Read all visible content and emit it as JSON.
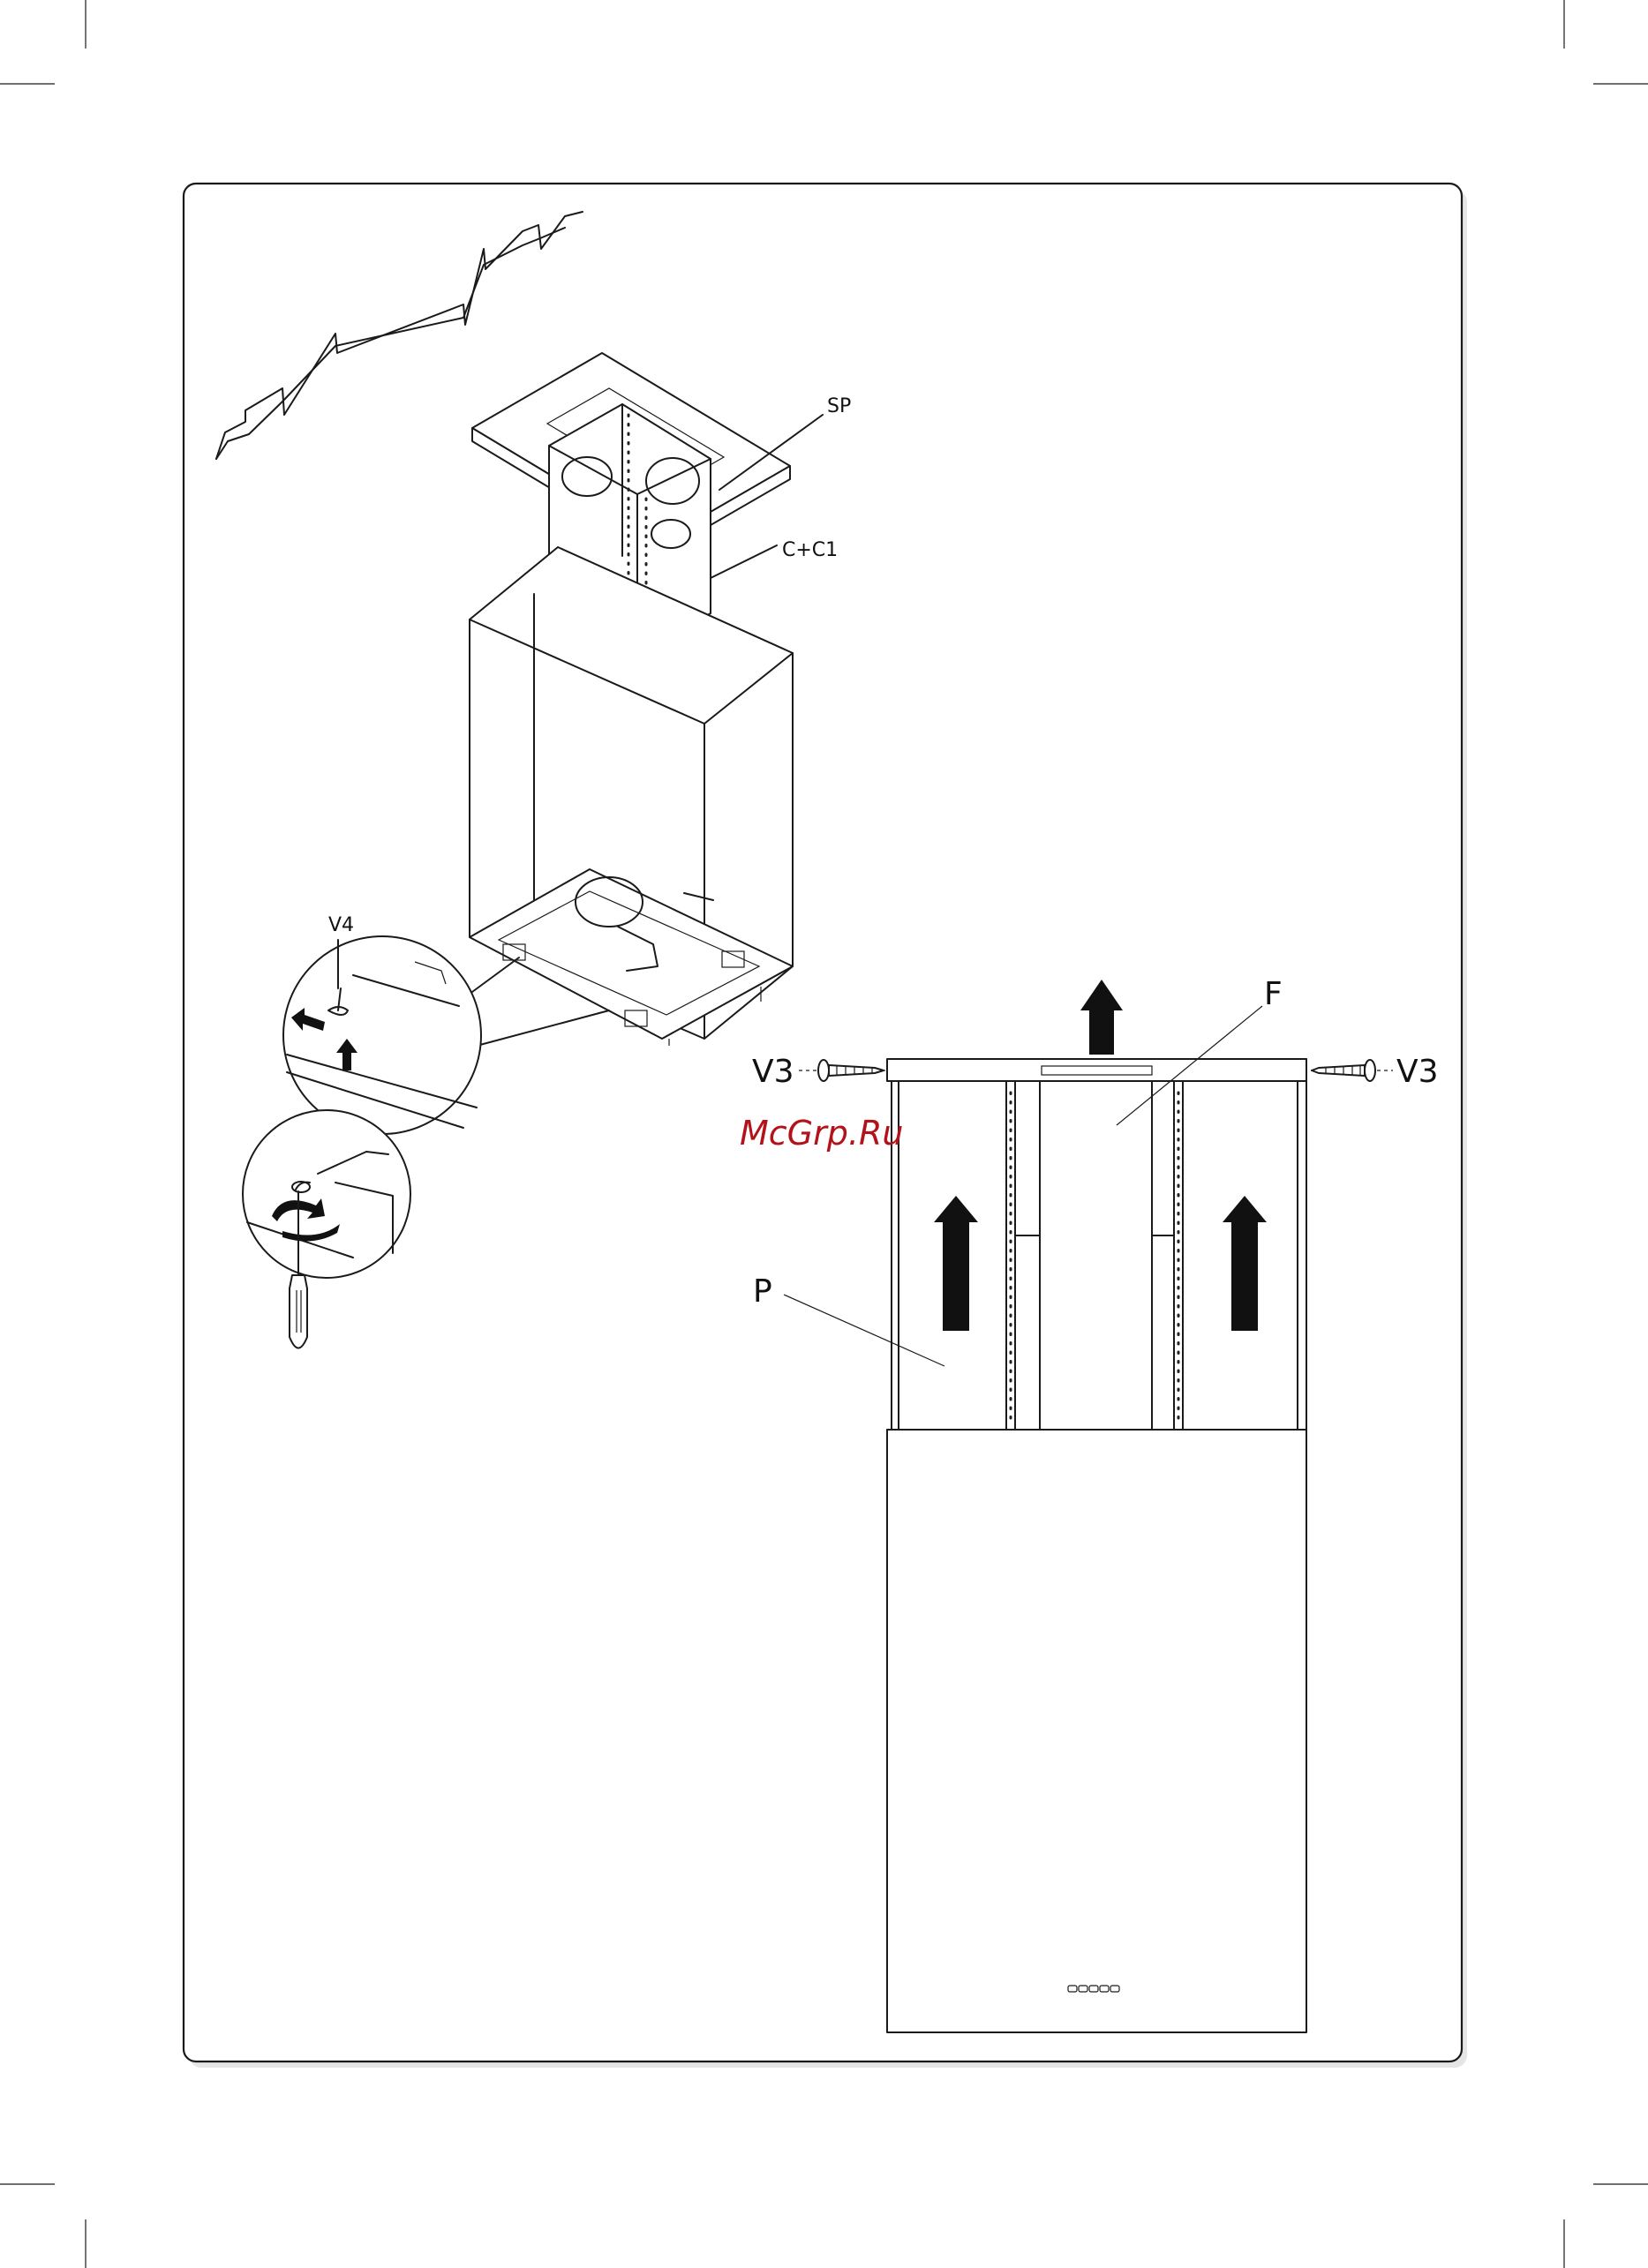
{
  "labels": {
    "sp": "SP",
    "c_c1": "C+C1",
    "v4": "V4",
    "f": "F",
    "v3_left": "V3",
    "v3_right": "V3",
    "p": "P"
  },
  "watermark": "McGrp.Ru",
  "colors": {
    "line": "#1a1a1a",
    "watermark": "#b3121a",
    "frame_shadow": "#cfcfcf"
  }
}
